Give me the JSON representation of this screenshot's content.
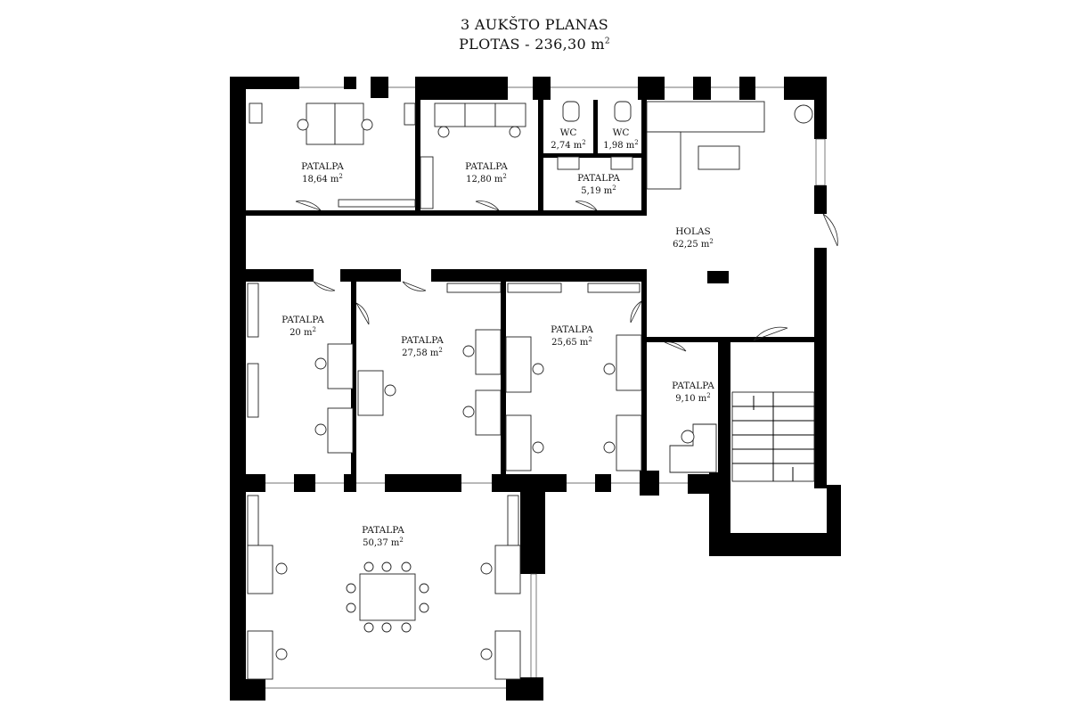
{
  "header": {
    "title": "3 AUKŠTO PLANAS",
    "subtitle_prefix": "PLOTAS - ",
    "subtitle_value": "236,30 m",
    "subtitle_sup": "2"
  },
  "rooms": [
    {
      "id": "room-1",
      "name": "PATALPA",
      "area": "18,64 m",
      "sup": "2"
    },
    {
      "id": "room-2",
      "name": "PATALPA",
      "area": "12,80 m",
      "sup": "2"
    },
    {
      "id": "wc-1",
      "name": "WC",
      "area": "2,74 m",
      "sup": "2"
    },
    {
      "id": "wc-2",
      "name": "WC",
      "area": "1,98 m",
      "sup": "2"
    },
    {
      "id": "room-3",
      "name": "PATALPA",
      "area": "5,19 m",
      "sup": "2"
    },
    {
      "id": "holas",
      "name": "HOLAS",
      "area": "62,25 m",
      "sup": "2"
    },
    {
      "id": "room-4",
      "name": "PATALPA",
      "area": "20 m",
      "sup": "2"
    },
    {
      "id": "room-5",
      "name": "PATALPA",
      "area": "27,58 m",
      "sup": "2"
    },
    {
      "id": "room-6",
      "name": "PATALPA",
      "area": "25,65 m",
      "sup": "2"
    },
    {
      "id": "room-7",
      "name": "PATALPA",
      "area": "9,10 m",
      "sup": "2"
    },
    {
      "id": "room-8",
      "name": "PATALPA",
      "area": "50,37 m",
      "sup": "2"
    }
  ]
}
